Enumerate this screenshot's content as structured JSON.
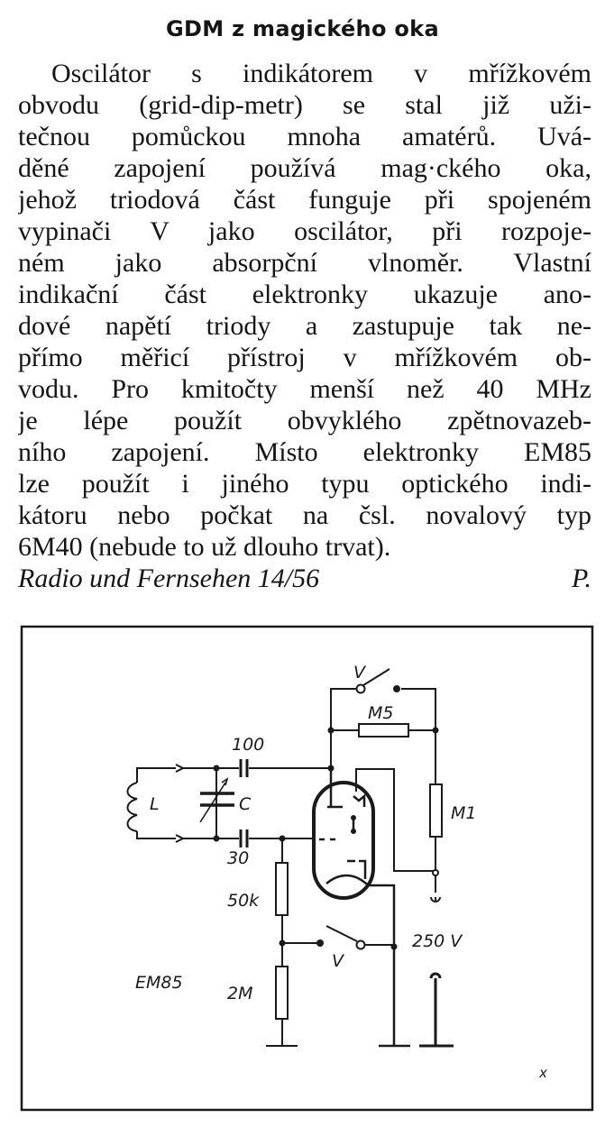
{
  "article": {
    "title": "GDM z magického oka",
    "lines": [
      "Oscilátor s indikátorem v mřížkovém",
      "obvodu (grid-dip-metr) se stal již uži-",
      "tečnou pomůckou mnoha amatérů. Uvá-",
      "děné zapojení používá mag·ckého oka,",
      "jehož triodová část funguje při spojeném",
      "vypinači V jako oscilátor, při rozpoje-",
      "ném jako absorpční vlnoměr. Vlastní",
      "indikační část elektronky ukazuje ano-",
      "dové napětí triody a zastupuje tak ne-",
      "přímo měřicí přístroj v mřížkovém ob-",
      "vodu. Pro kmitočty menší než 40 MHz",
      "je lépe použít obvyklého zpětnovazeb-",
      "ního zapojení. Místo elektronky EM85",
      "lze použít i jiného typu optického indi-",
      "kátoru nebo počkat na čsl. novalový typ",
      "6M40 (nebude to už dlouho trvat)."
    ],
    "source": "Radio und Fernsehen 14/56",
    "author": "P."
  },
  "diagram": {
    "labels": {
      "switch_top": "V",
      "r_m5": "M5",
      "c_100": "100",
      "coil": "L",
      "cap_var": "C",
      "c_30": "30",
      "r_m1": "M1",
      "voltage": "250 V",
      "r_50k": "50k",
      "switch_bottom": "V",
      "tube": "EM85",
      "r_2m": "2M",
      "corner_mark": "x"
    }
  }
}
